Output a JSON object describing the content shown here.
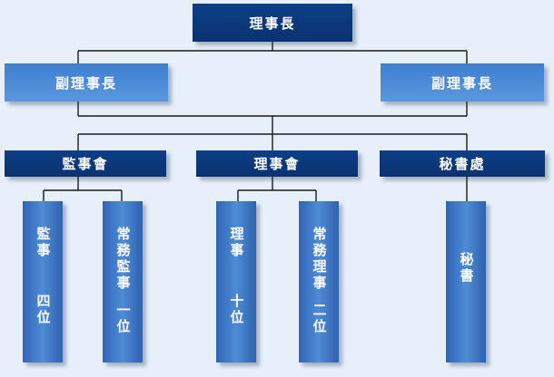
{
  "chairman": "理事長",
  "vice_left": "副理事長",
  "vice_right": "副理事長",
  "supervisors_board": "監事會",
  "board_of_directors": "理事會",
  "secretariat": "秘書處",
  "supervisors_col": {
    "top": "監事",
    "bottom": "四位"
  },
  "standing_supervisor_col": {
    "top": "常務監事",
    "bottom": "一位"
  },
  "directors_col": {
    "top": "理事",
    "bottom": "十位"
  },
  "standing_directors_col": {
    "top": "常務理事",
    "bottom": "二位"
  },
  "secretary_col": {
    "top": "秘書"
  },
  "colors": {
    "dark_box": "#0d3f86",
    "light_box": "#4a8bd8",
    "background": "#e7f0fa",
    "connector": "#1a1a1a"
  }
}
